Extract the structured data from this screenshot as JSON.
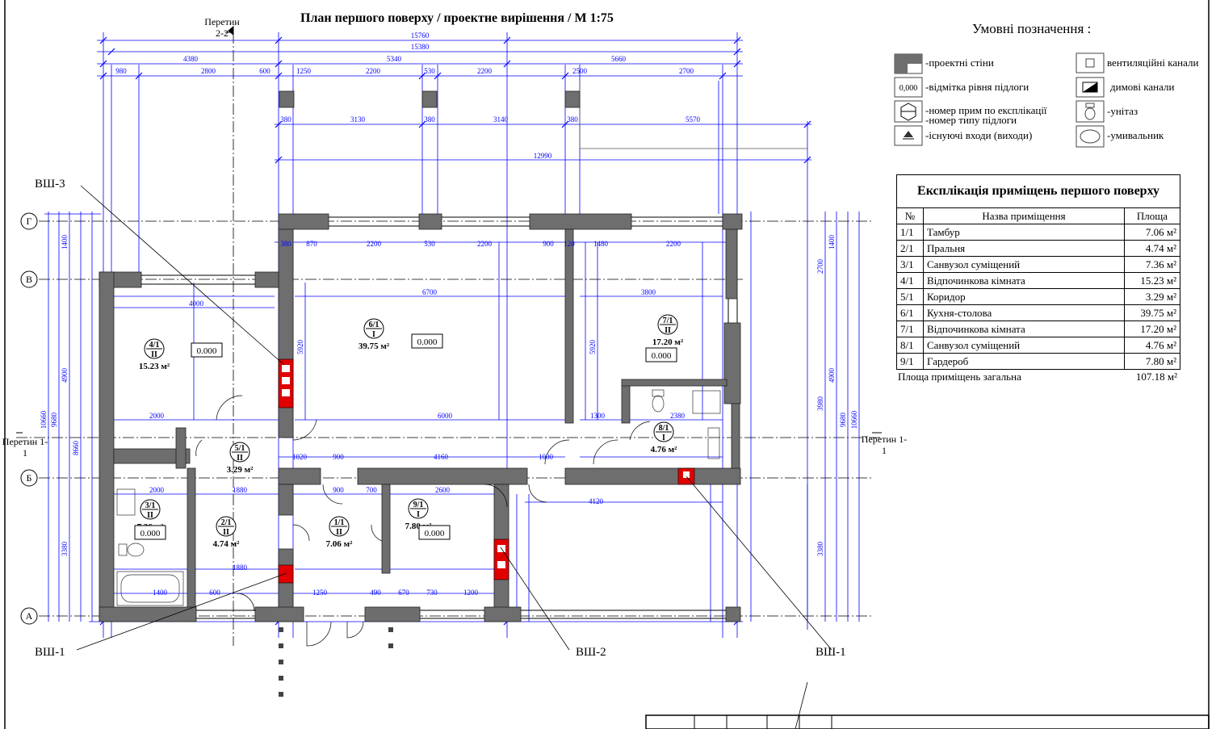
{
  "title": "План першого поверху / проектне вирішення / М 1:75",
  "section_cuts": {
    "top": "Перетин 2-2",
    "left": "Перетин 1-1",
    "right": "Перетин 1-1"
  },
  "axes": [
    "Г",
    "В",
    "Б",
    "А"
  ],
  "shafts": {
    "vsh3": "ВШ-3",
    "vsh1_left": "ВШ-1",
    "vsh2": "ВШ-2",
    "vsh1_right": "ВШ-1"
  },
  "legend": {
    "title": "Умовні позначення :",
    "items": [
      {
        "symbol": "wall-icon",
        "label": "-проектні стіни"
      },
      {
        "symbol": "floor-level-icon",
        "symbol_text": "0,000",
        "label": "-відмітка рівня підлоги"
      },
      {
        "symbol": "room-number-icon",
        "label": "-номер прим по експлікації -номер типу підлоги"
      },
      {
        "symbol": "entrance-icon",
        "label": "-існуючі входи (виходи)"
      },
      {
        "symbol": "vent-icon",
        "label": "вентиляційні канали"
      },
      {
        "symbol": "smoke-icon",
        "label": "димові  канали"
      },
      {
        "symbol": "toilet-icon",
        "label": "-унітаз"
      },
      {
        "symbol": "sink-icon",
        "label": "-умивальник"
      }
    ]
  },
  "explication": {
    "title": "Експлікація приміщень першого поверху",
    "headers": [
      "№",
      "Назва приміщення",
      "Площа"
    ],
    "rows": [
      [
        "1/1",
        "Тамбур",
        "7.06 м²"
      ],
      [
        "2/1",
        "Пральня",
        "4.74 м²"
      ],
      [
        "3/1",
        "Санвузол суміщений",
        "7.36 м²"
      ],
      [
        "4/1",
        "Відпочинкова кімната",
        "15.23 м²"
      ],
      [
        "5/1",
        "Коридор",
        "3.29 м²"
      ],
      [
        "6/1",
        "Кухня-столова",
        "39.75 м²"
      ],
      [
        "7/1",
        "Відпочинкова кімната",
        "17.20 м²"
      ],
      [
        "8/1",
        "Санвузол суміщений",
        "4.76 м²"
      ],
      [
        "9/1",
        "Гардероб",
        "7.80 м²"
      ]
    ],
    "total_label": "Площа приміщень загальна",
    "total_value": "107.18 м²"
  },
  "rooms": [
    {
      "num": "4/1",
      "type": "II",
      "area": "15.23 м²",
      "level": "0.000"
    },
    {
      "num": "6/1",
      "type": "I",
      "area": "39.75 м²",
      "level": "0.000"
    },
    {
      "num": "7/1",
      "type": "II",
      "area": "17.20 м²",
      "level": "0.000"
    },
    {
      "num": "5/1",
      "type": "II",
      "area": "3.29 м²",
      "level": ""
    },
    {
      "num": "8/1",
      "type": "I",
      "area": "4.76 м²",
      "level": ""
    },
    {
      "num": "3/1",
      "type": "II",
      "area": "7.36 м²",
      "level": "0.000"
    },
    {
      "num": "2/1",
      "type": "II",
      "area": "4.74 м²",
      "level": ""
    },
    {
      "num": "1/1",
      "type": "II",
      "area": "7.06 м²",
      "level": ""
    },
    {
      "num": "9/1",
      "type": "I",
      "area": "7.80 м²",
      "level": "0.000"
    }
  ],
  "dimensions": {
    "top_overall_1": "15760",
    "top_overall_2": "15380",
    "top_parts": [
      "4380",
      "5340",
      "5660"
    ],
    "top_detail": [
      "980",
      "2800",
      "600",
      "1250",
      "2200",
      "530",
      "2200",
      "2500",
      "2700"
    ],
    "porch": [
      "380",
      "3130",
      "380",
      "3140",
      "380",
      "5570"
    ],
    "porch_total": "12990",
    "interior_top": [
      "380",
      "870",
      "2200",
      "530",
      "2200",
      "900",
      "120",
      "1480",
      "2200"
    ],
    "kitchen_width": "6700",
    "kitchen_lower": "6000",
    "kitchen_height": "5920",
    "room7_width": "3800",
    "room4_width": "4000",
    "mid_row": [
      "1020",
      "900",
      "4160",
      "1000",
      "1300",
      "2380"
    ],
    "bottom_row": [
      "2000",
      "1880",
      "900",
      "700",
      "2600"
    ],
    "lower_bottom_row": [
      "1400",
      "600",
      "1880",
      "1250",
      "490",
      "670",
      "730",
      "1200"
    ],
    "right_block": "4120",
    "left_vertical": [
      "10660",
      "9680",
      "4900",
      "8660",
      "3380",
      "1400"
    ],
    "right_vertical": [
      "10660",
      "9680",
      "4900",
      "3980",
      "3380",
      "1400",
      "2700"
    ]
  }
}
